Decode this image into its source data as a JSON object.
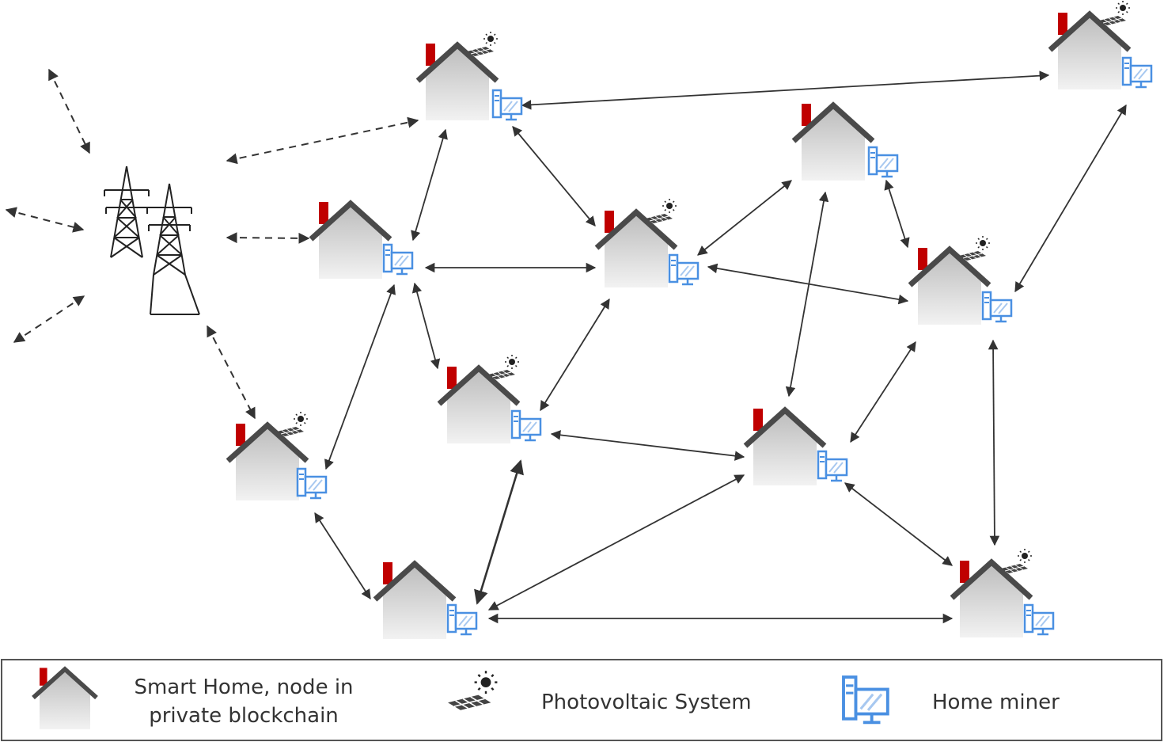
{
  "legend": {
    "smart_home_line1": "Smart Home, node in",
    "smart_home_line2": "private blockchain",
    "photovoltaic": "Photovoltaic System",
    "home_miner": "Home miner"
  },
  "nodes": [
    {
      "id": "h1",
      "solar": true
    },
    {
      "id": "h2",
      "solar": true
    },
    {
      "id": "h3",
      "solar": false
    },
    {
      "id": "h4",
      "solar": false
    },
    {
      "id": "h5",
      "solar": true
    },
    {
      "id": "h6",
      "solar": true
    },
    {
      "id": "h7",
      "solar": true
    },
    {
      "id": "h8",
      "solar": true
    },
    {
      "id": "h9",
      "solar": false
    },
    {
      "id": "h10",
      "solar": false
    },
    {
      "id": "h11",
      "solar": true
    }
  ],
  "colors": {
    "house_body": "#d6d6d6",
    "roof": "#4a4a4a",
    "chimney": "#c00000",
    "miner": "#4a90e2",
    "line": "#333333"
  }
}
